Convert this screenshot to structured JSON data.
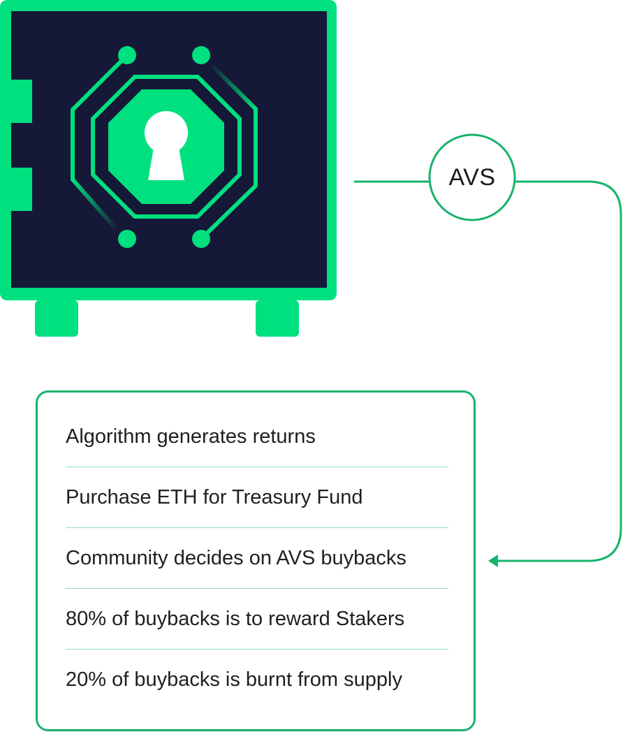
{
  "avs_label": "AVS",
  "steps": [
    "Algorithm generates returns",
    "Purchase ETH for Treasury Fund",
    "Community decides on AVS buybacks",
    "80% of buybacks is to reward Stakers",
    "20% of buybacks is burnt from supply"
  ],
  "colors": {
    "accent_green": "#00e07f",
    "line_green": "#16b36b",
    "divider_green": "#8fdcbc",
    "safe_navy": "#161838",
    "keyhole_white": "#ffffff"
  },
  "icons": {
    "safe": "vault-safe-icon",
    "keyhole": "keyhole-icon",
    "arrow": "arrow-left-icon"
  }
}
